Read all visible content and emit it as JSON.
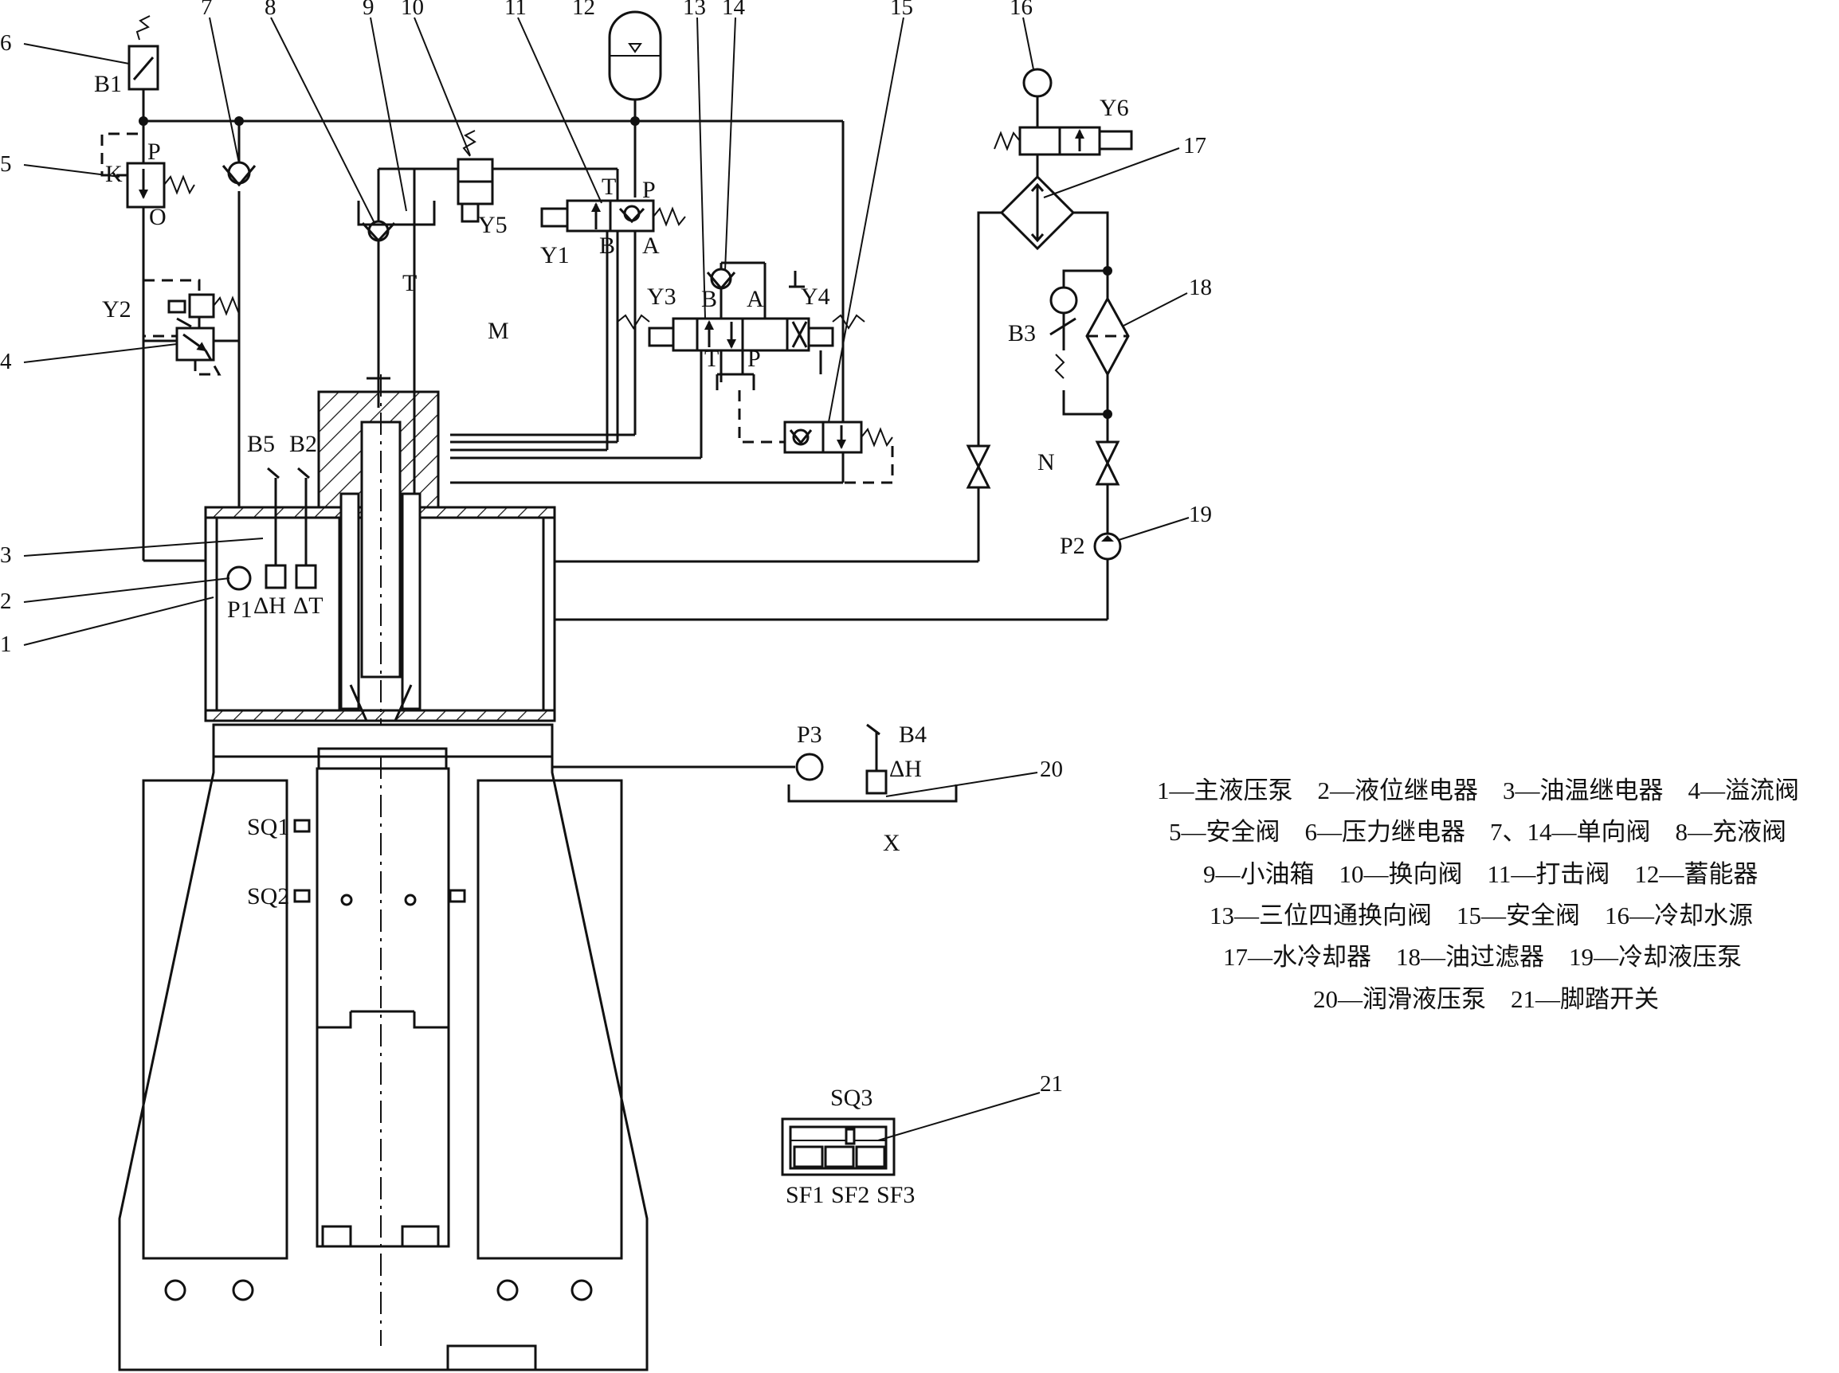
{
  "labels": {
    "callouts": [
      "1",
      "2",
      "3",
      "4",
      "5",
      "6",
      "7",
      "8",
      "9",
      "10",
      "11",
      "12",
      "13",
      "14",
      "15",
      "16",
      "17",
      "18",
      "19",
      "20",
      "21"
    ],
    "B1": "B1",
    "B2": "B2",
    "B3": "B3",
    "B4": "B4",
    "B5": "B5",
    "Y1": "Y1",
    "Y2": "Y2",
    "Y3": "Y3",
    "Y4": "Y4",
    "Y5": "Y5",
    "Y6": "Y6",
    "P1": "P1",
    "P2": "P2",
    "P3": "P3",
    "P": "P",
    "K": "K",
    "O": "O",
    "T": "T",
    "A": "A",
    "B": "B",
    "M": "M",
    "N": "N",
    "X": "X",
    "dH": "ΔH",
    "dT": "ΔT",
    "SQ1": "SQ1",
    "SQ2": "SQ2",
    "SQ3": "SQ3",
    "SF1": "SF1",
    "SF2": "SF2",
    "SF3": "SF3"
  },
  "legend": [
    "1—主液压泵　2—液位继电器　3—油温继电器　4—溢流阀",
    "5—安全阀　6—压力继电器　7、14—单向阀　8—充液阀",
    "9—小油箱　10—换向阀　11—打击阀　12—蓄能器",
    "13—三位四通换向阀　15—安全阀　16—冷却水源",
    "17—水冷却器　18—油过滤器　19—冷却液压泵",
    "20—润滑液压泵　21—脚踏开关"
  ]
}
